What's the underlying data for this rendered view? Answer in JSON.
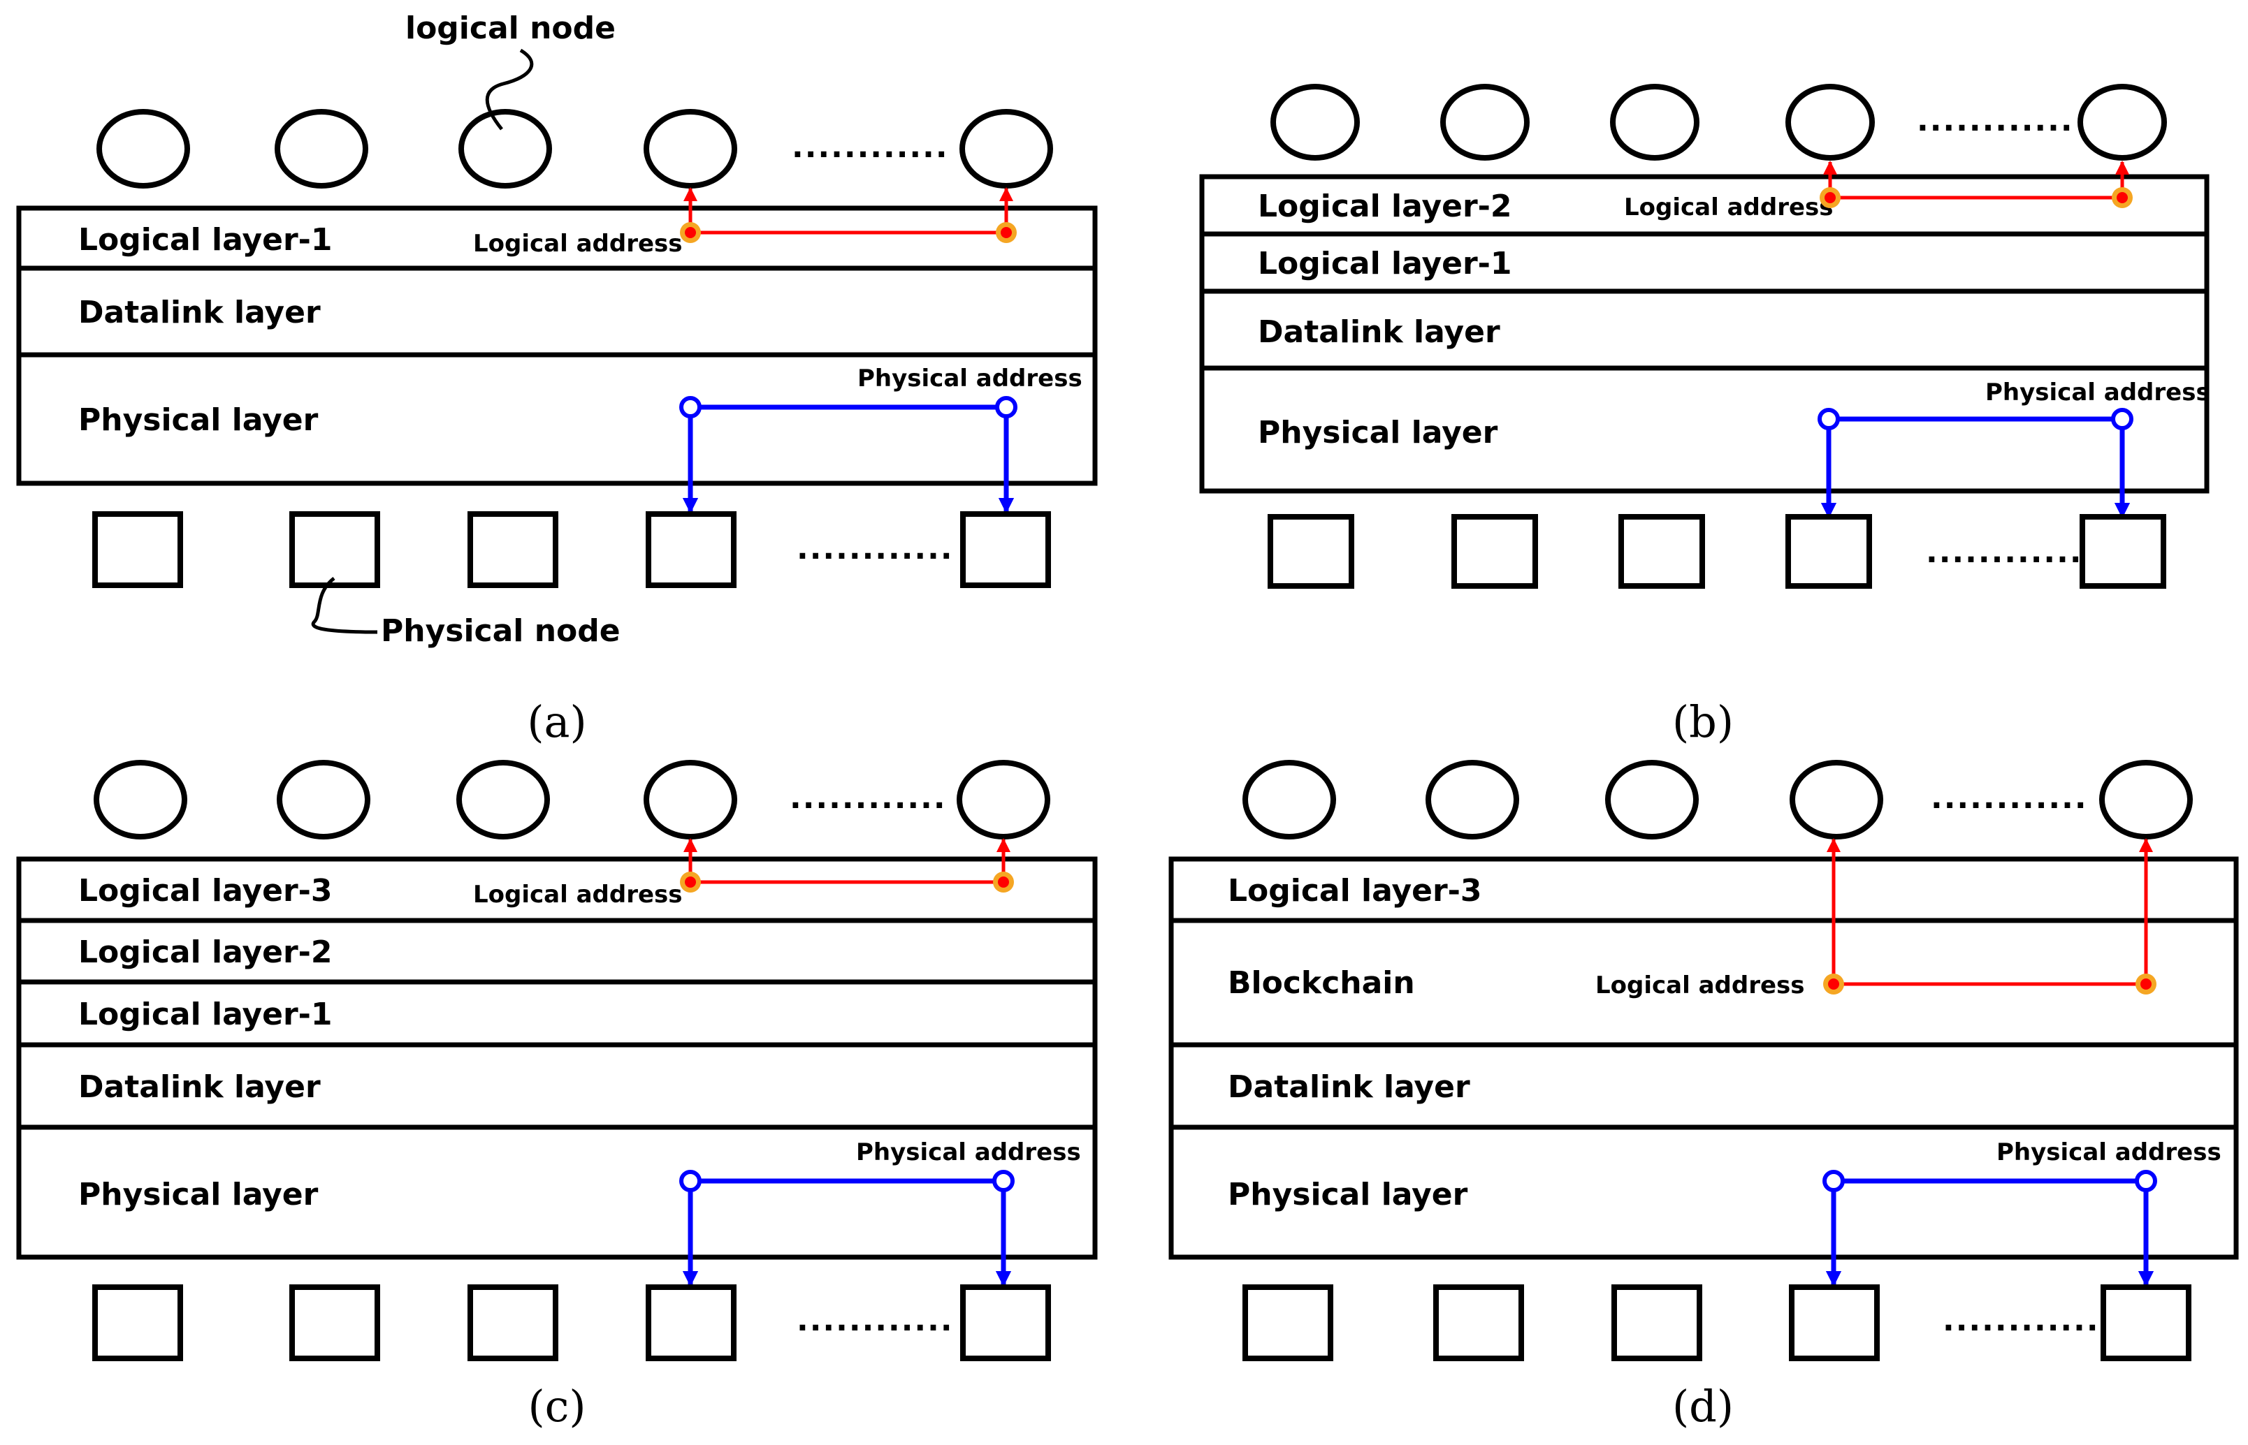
{
  "colors": {
    "logical_link": "#ff0000",
    "logical_point_halo": "#f5a623",
    "physical_link": "#0000ff"
  },
  "annotations": {
    "logical_node": "logical node",
    "physical_node": "Physical node"
  },
  "ellipsis": "............",
  "panels": [
    {
      "caption": "(a)",
      "layers": [
        "Logical layer-1",
        "Datalink layer",
        "Physical layer"
      ],
      "logical_address_label": "Logical address",
      "physical_address_label": "Physical address"
    },
    {
      "caption": "(b)",
      "layers": [
        "Logical layer-2",
        "Logical layer-1",
        "Datalink layer",
        "Physical layer"
      ],
      "logical_address_label": "Logical address",
      "physical_address_label": "Physical address"
    },
    {
      "caption": "(c)",
      "layers": [
        "Logical layer-3",
        "Logical layer-2",
        "Logical layer-1",
        "Datalink layer",
        "Physical layer"
      ],
      "logical_address_label": "Logical address",
      "physical_address_label": "Physical address"
    },
    {
      "caption": "(d)",
      "layers": [
        "Logical layer-3",
        "Blockchain",
        "Datalink layer",
        "Physical layer"
      ],
      "logical_address_label": "Logical address",
      "physical_address_label": "Physical address"
    }
  ]
}
